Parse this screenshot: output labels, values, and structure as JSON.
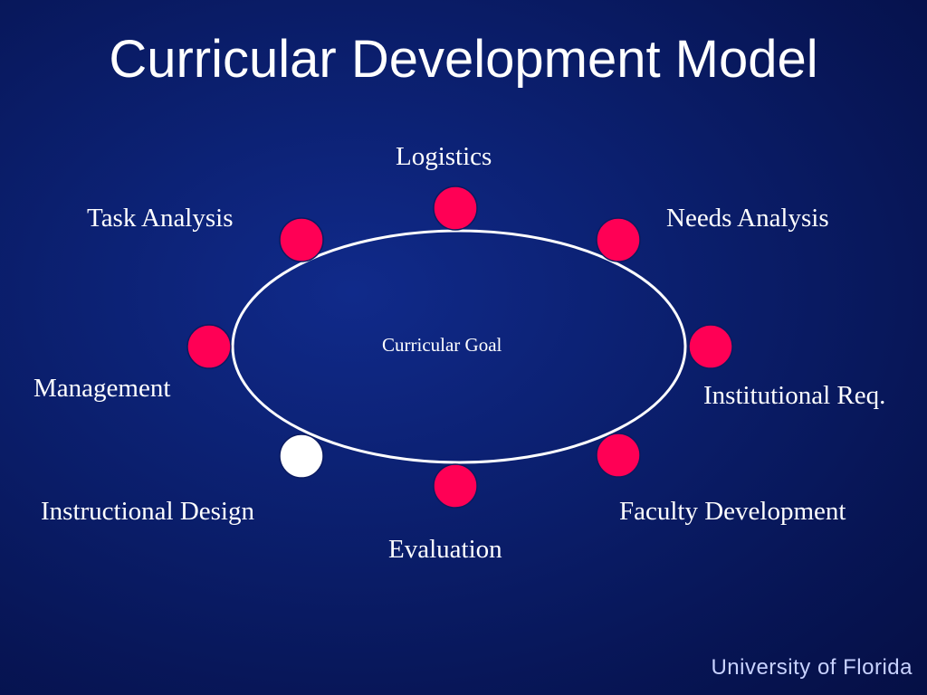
{
  "slide": {
    "title": "Curricular Development Model",
    "footer": "University of Florida"
  },
  "diagram": {
    "center_label": "Curricular Goal",
    "nodes": [
      {
        "label": "Logistics",
        "color": "#ff0055"
      },
      {
        "label": "Needs Analysis",
        "color": "#ff0055"
      },
      {
        "label": "Institutional Req.",
        "color": "#ff0055"
      },
      {
        "label": "Faculty Development",
        "color": "#ff0055"
      },
      {
        "label": "Evaluation",
        "color": "#ff0055"
      },
      {
        "label": "Instructional Design",
        "color": "#ffffff"
      },
      {
        "label": "Management",
        "color": "#ff0055"
      },
      {
        "label": "Task Analysis",
        "color": "#ff0055"
      }
    ],
    "ring_color": "#ffffff"
  },
  "colors": {
    "background": "#0b1f6e",
    "node_active": "#ffffff",
    "node_default": "#ff0055"
  }
}
